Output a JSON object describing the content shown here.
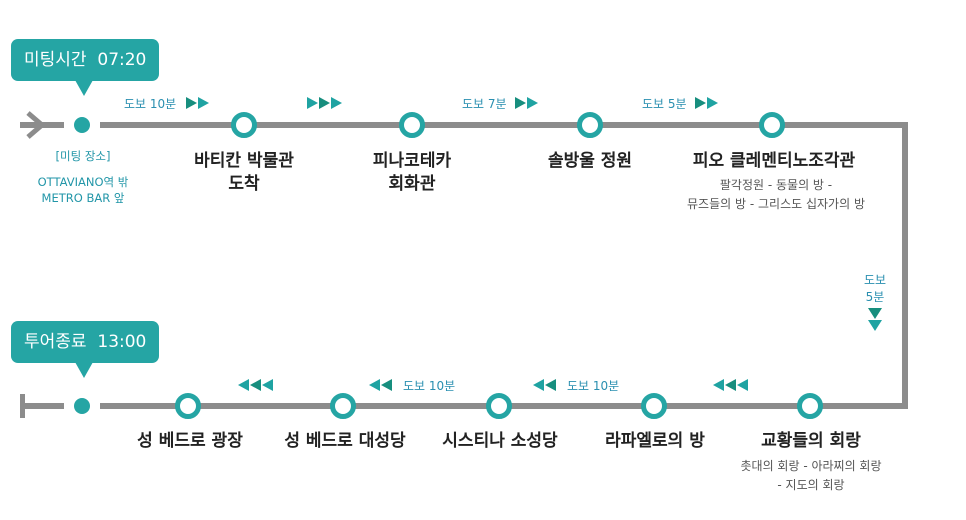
{
  "start_callout": {
    "label": "미팅시간",
    "time": "07:20"
  },
  "end_callout": {
    "label": "투어종료",
    "time": "13:00"
  },
  "meeting_point": {
    "title": "[미팅 장소]",
    "line1": "OTTAVIANO역 밖",
    "line2": "METRO BAR 앞"
  },
  "top_row": {
    "stops": [
      {
        "name_line1": "바티칸 박물관",
        "name_line2": "도착"
      },
      {
        "name_line1": "피나코테카",
        "name_line2": "회화관"
      },
      {
        "name_line1": "솔방울 정원"
      },
      {
        "name_line1": "피오 클레멘티노조각관",
        "sub_line1": "팔각정원 - 동물의 방 -",
        "sub_line2": "뮤즈들의 방 - 그리스도 십자가의 방"
      }
    ],
    "walks": [
      {
        "text": "도보 10분",
        "arrows": 2
      },
      {
        "text": "",
        "arrows": 3
      },
      {
        "text": "도보 7분",
        "arrows": 2
      },
      {
        "text": "도보 5분",
        "arrows": 2
      }
    ]
  },
  "right_side": {
    "walk_line1": "도보",
    "walk_line2": "5분",
    "arrows": 2
  },
  "bottom_row": {
    "stops": [
      {
        "name_line1": "성 베드로 광장"
      },
      {
        "name_line1": "성 베드로 대성당"
      },
      {
        "name_line1": "시스티나 소성당"
      },
      {
        "name_line1": "라파엘로의 방"
      },
      {
        "name_line1": "교황들의 회랑",
        "sub_line1": "촛대의 회랑 - 아라찌의 회랑",
        "sub_line2": "- 지도의 회랑"
      }
    ],
    "walks": [
      {
        "text": "",
        "arrows": 3
      },
      {
        "text": "도보 10분",
        "arrows": 2
      },
      {
        "text": "도보 10분",
        "arrows": 2
      },
      {
        "text": "",
        "arrows": 3
      }
    ]
  },
  "colors": {
    "teal": "#25a5a4",
    "line_gray": "#8c8c8c",
    "walk_text": "#2a8fb0"
  }
}
